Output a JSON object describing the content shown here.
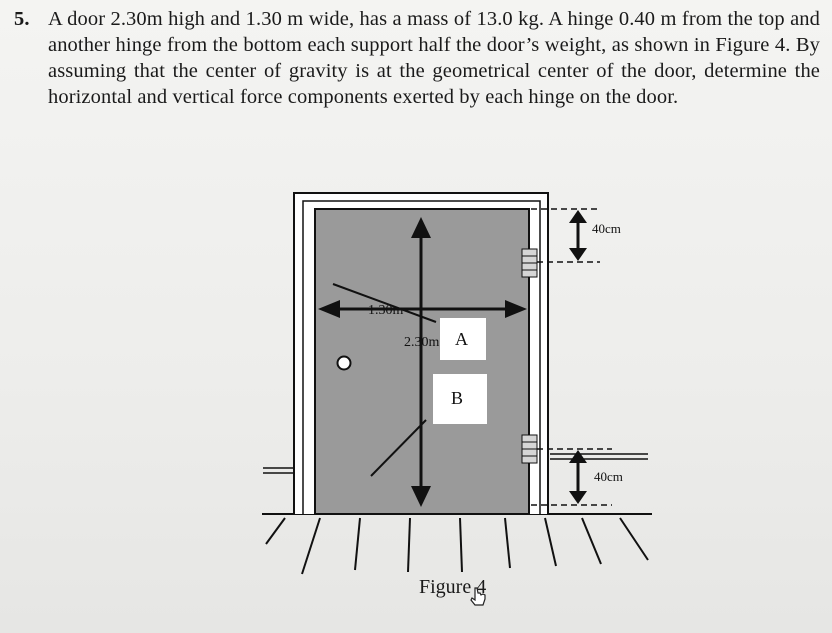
{
  "question": {
    "number": "5.",
    "text": "A door 2.30m high and 1.30 m wide, has a mass of 13.0 kg. A hinge 0.40 m from the top and another hinge from the bottom each support half the door’s weight, as shown in Figure 4. By assuming that the center of gravity is at the geometrical center of the door, determine the horizontal and vertical force components exerted by each hinge on the door."
  },
  "figure": {
    "width_label": "1.30m",
    "height_label": "2.30m",
    "hinge_top_label": "A",
    "hinge_bottom_label": "B",
    "top_distance_label": "40cm",
    "bottom_distance_label": "40cm",
    "caption": "Figure 4"
  },
  "colors": {
    "door_fill": "#9a9a9a",
    "frame_fill": "#ffffff",
    "ink": "#111111"
  }
}
